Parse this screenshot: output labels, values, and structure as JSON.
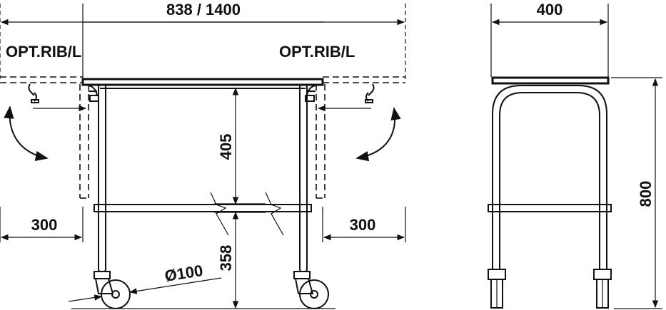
{
  "front_view": {
    "width_label": "838 / 1400",
    "option_left": "OPT.RIB/L",
    "option_right": "OPT.RIB/L",
    "upper_clearance": "405",
    "lower_clearance": "358",
    "wheel_diameter": "Ø100",
    "flap_left_width": "300",
    "flap_right_width": "300"
  },
  "side_view": {
    "depth_label": "400",
    "height_label": "800"
  },
  "colors": {
    "line": "#111111",
    "background": "#ffffff"
  }
}
